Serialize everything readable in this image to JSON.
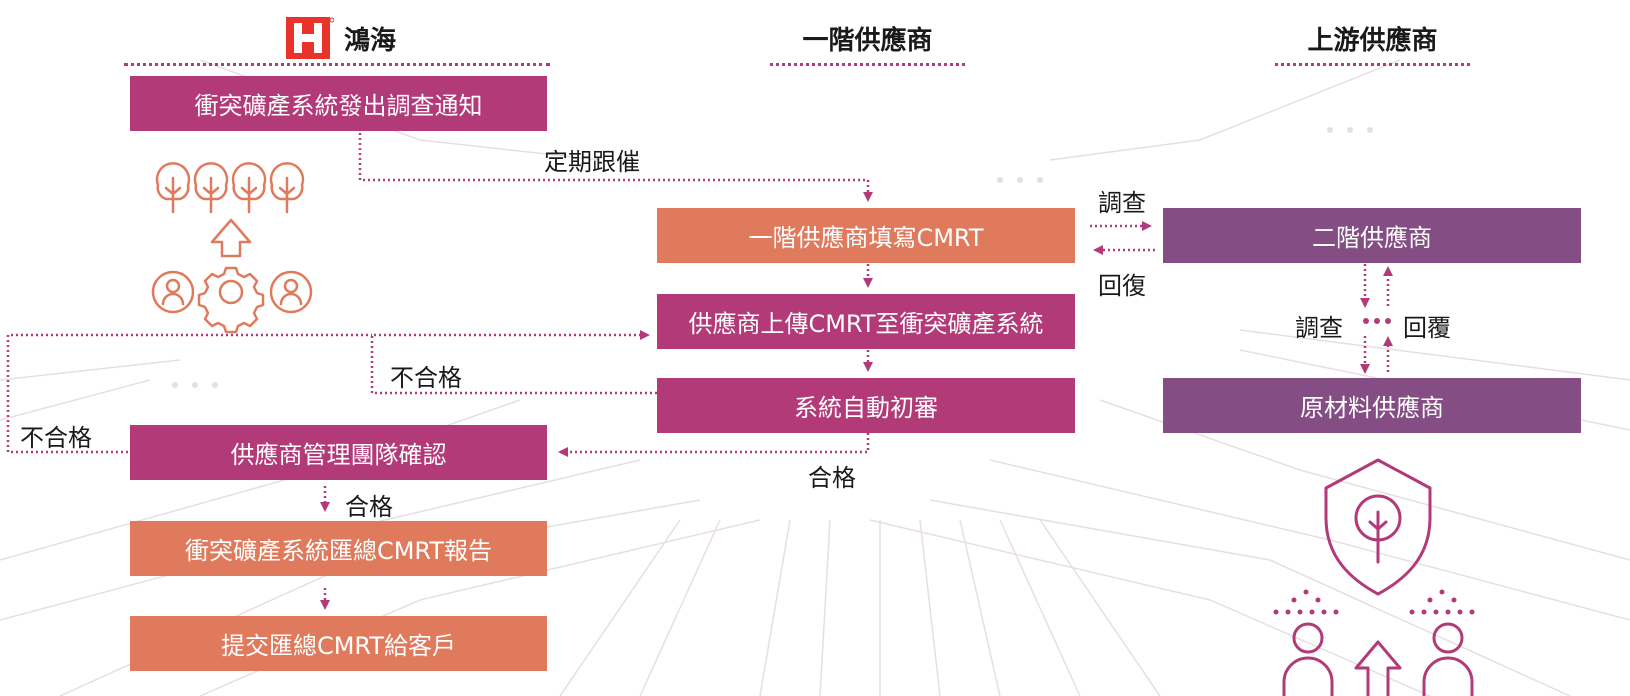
{
  "colors": {
    "magenta": "#b23a78",
    "orange": "#e07a5c",
    "purple": "#844e84",
    "icon_orange": "#e07a5c",
    "icon_magenta": "#b23a78"
  },
  "columns": {
    "hon_hai": "鴻海",
    "tier1": "一階供應商",
    "upstream": "上游供應商"
  },
  "boxes": {
    "notify": "衝突礦產系統發出調查通知",
    "tier1_fill": "一階供應商填寫CMRT",
    "upload": "供應商上傳CMRT至衝突礦產系統",
    "auto_review": "系統自動初審",
    "team_confirm": "供應商管理團隊確認",
    "summary_report": "衝突礦產系統匯總CMRT報告",
    "submit": "提交匯總CMRT給客戶",
    "tier2": "二階供應商",
    "raw_material": "原材料供應商"
  },
  "labels": {
    "follow_up": "定期跟催",
    "investigate_1": "調查",
    "reply_1": "回復",
    "investigate_2": "調查",
    "reply_2": "回覆",
    "fail_1": "不合格",
    "fail_2": "不合格",
    "pass_1": "合格",
    "pass_2": "合格"
  },
  "icons": [
    "foxconn-logo-icon",
    "tree-icon",
    "up-arrow-icon",
    "person-icon",
    "gear-icon",
    "shield-tree-icon"
  ]
}
